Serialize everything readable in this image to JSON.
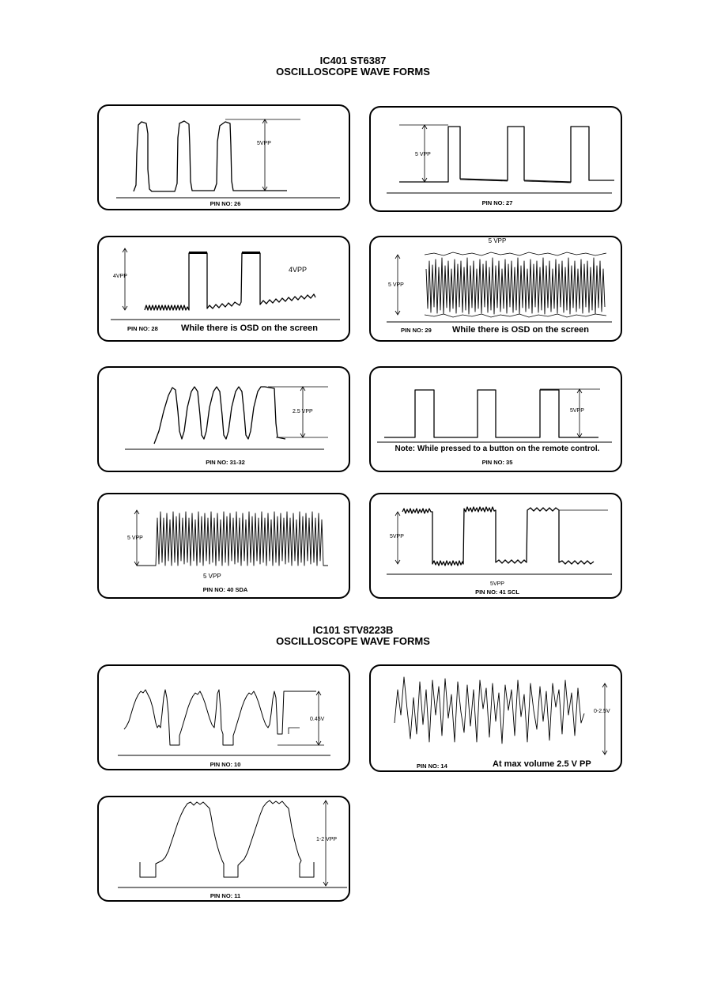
{
  "section1": {
    "line1": "IC401 ST6387",
    "line2": "OSCILLOSCOPE WAVE FORMS"
  },
  "section2": {
    "line1": "IC101 STV8223B",
    "line2": "OSCILLOSCOPE WAVE FORMS"
  },
  "panels": [
    {
      "pin": "PIN NO: 26",
      "amp": "5VPP"
    },
    {
      "pin": "PIN NO: 27",
      "amp": "5 VPP"
    },
    {
      "pin": "PIN NO: 28",
      "amp_left": "4VPP",
      "amp_right": "4VPP",
      "note": "While there is OSD on the screen"
    },
    {
      "pin": "PIN NO: 29",
      "amp_top": "5 VPP",
      "amp_left": "5 VPP",
      "note": "While there is OSD on the screen"
    },
    {
      "pin": "PIN NO: 31-32",
      "amp": "2.5 VPP"
    },
    {
      "pin": "PIN NO: 35",
      "amp": "5VPP",
      "note": "Note: While pressed to a button on the remote control."
    },
    {
      "pin": "PIN NO: 40 SDA",
      "amp_left": "5 VPP",
      "amp_bottom": "5 VPP"
    },
    {
      "pin": "PIN NO: 41 SCL",
      "amp_left": "5VPP",
      "amp_bottom": "5VPP"
    },
    {
      "pin": "PIN NO: 10",
      "amp": "0.45V"
    },
    {
      "pin": "PIN NO: 14",
      "amp": "0-2.5V",
      "note": "At max volume 2.5 V PP"
    },
    {
      "pin": "PIN NO: 11",
      "amp": "1-2 VPP"
    }
  ]
}
